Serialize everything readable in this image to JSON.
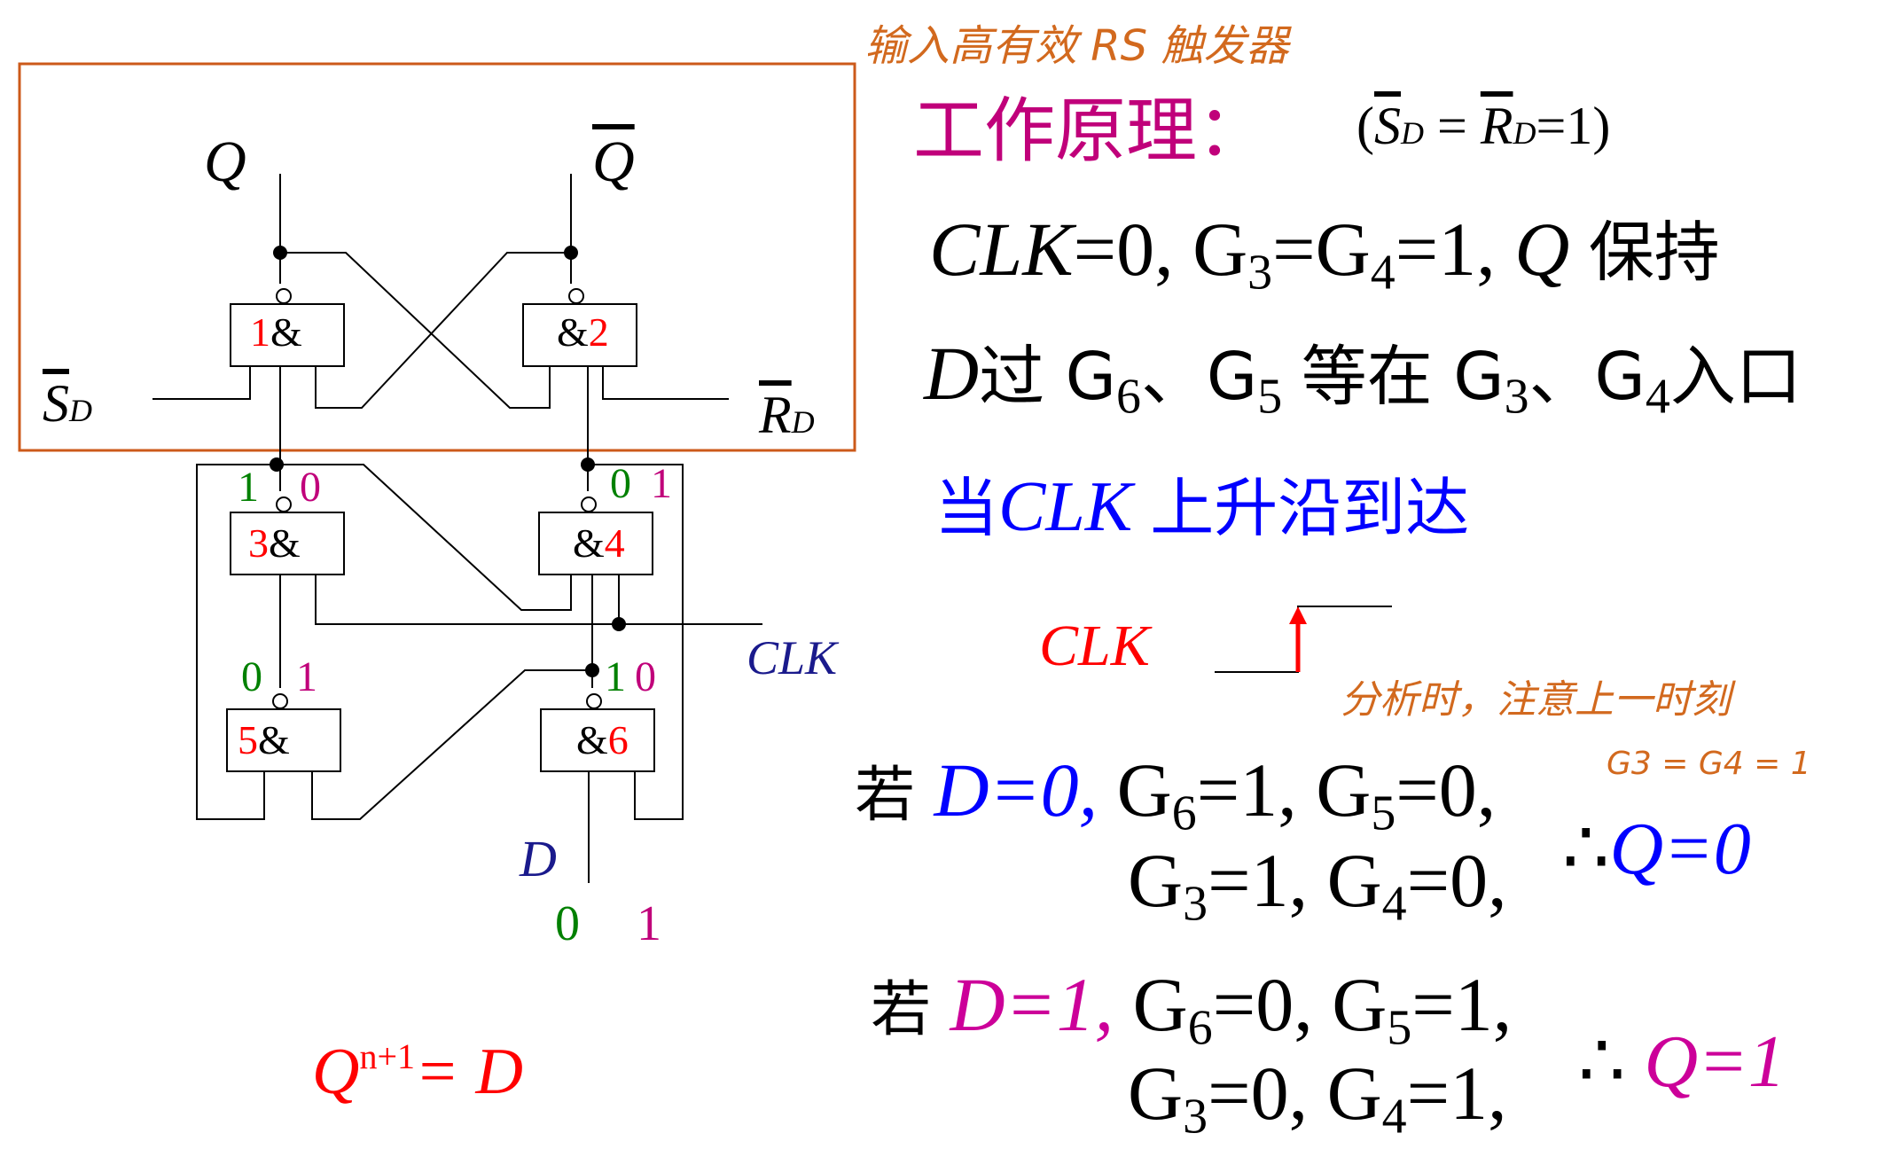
{
  "annotation_top": "输入高有效 RS 触发器",
  "title": "工作原理：",
  "condition": "(S̄D = R̄D = 1)",
  "condition_parts": {
    "S": "S",
    "sub_d": "D",
    "eq": "=",
    "R": "R",
    "sub_d2": "D",
    "tail": "=1)",
    "lp": "("
  },
  "line1": {
    "clk": "CLK",
    "a": "=0, G",
    "s3": "3",
    "b": "=G",
    "s4": "4",
    "c": "=1,",
    "q": "Q",
    "d": "保持"
  },
  "line2": {
    "d": "D",
    "a": "过 G",
    "s6": "6",
    "b": "、G",
    "s5": "5",
    "c": "等在 G",
    "s3": "3",
    "e": "、G",
    "s4": "4",
    "f": "入口"
  },
  "line3": {
    "a": "当",
    "clk": "CLK",
    "b": "上升沿到达"
  },
  "clk_label_right": "CLK",
  "annotation_mid": "分析时，注意上一时刻",
  "annotation_mid2": "G3 = G4 = 1",
  "case0": {
    "ruo": "若",
    "d": "D=0,",
    "g6": "G",
    "s6": "6",
    "g6v": "=1, G",
    "s5": "5",
    "g5v": "=0,",
    "g3": "G",
    "s3": "3",
    "g3v": "=1, G",
    "s4": "4",
    "g4v": "=0,",
    "therefore": "∴",
    "q": "Q=0"
  },
  "case1": {
    "ruo": "若",
    "d": "D=1,",
    "g6": "G",
    "s6": "6",
    "g6v": "=0, G",
    "s5": "5",
    "g5v": "=1,",
    "g3": "G",
    "s3": "3",
    "g3v": "=0, G",
    "s4": "4",
    "g4v": "=1,",
    "therefore": "∴",
    "q": "Q=1"
  },
  "formula": {
    "q": "Q",
    "sup": "n+1",
    "rest": "= D"
  },
  "circuit": {
    "q_label": "Q",
    "qbar_label": "Q",
    "sd_label": "S",
    "sd_sub": "D",
    "rd_label": "R",
    "rd_sub": "D",
    "clk_label": "CLK",
    "d_label": "D",
    "gates": [
      {
        "num": "1",
        "amp": "&"
      },
      {
        "num": "2",
        "amp": "&"
      },
      {
        "num": "3",
        "amp": "&"
      },
      {
        "num": "4",
        "amp": "&"
      },
      {
        "num": "5",
        "amp": "&"
      },
      {
        "num": "6",
        "amp": "&"
      }
    ],
    "state_g3_a": "1",
    "state_g3_b": "0",
    "state_g4_a": "0",
    "state_g4_b": "1",
    "state_g5_a": "0",
    "state_g5_b": "1",
    "state_g6_a": "1",
    "state_g6_b": "0",
    "d_val_a": "0",
    "d_val_b": "1"
  },
  "colors": {
    "red": "#ff0000",
    "green": "#008000",
    "magenta": "#c0007a",
    "navy": "#1a1a8c",
    "blue": "#0000ff",
    "pink": "#cc0099",
    "orange_box": "#cc5a1a",
    "hand": "#d2691e"
  }
}
